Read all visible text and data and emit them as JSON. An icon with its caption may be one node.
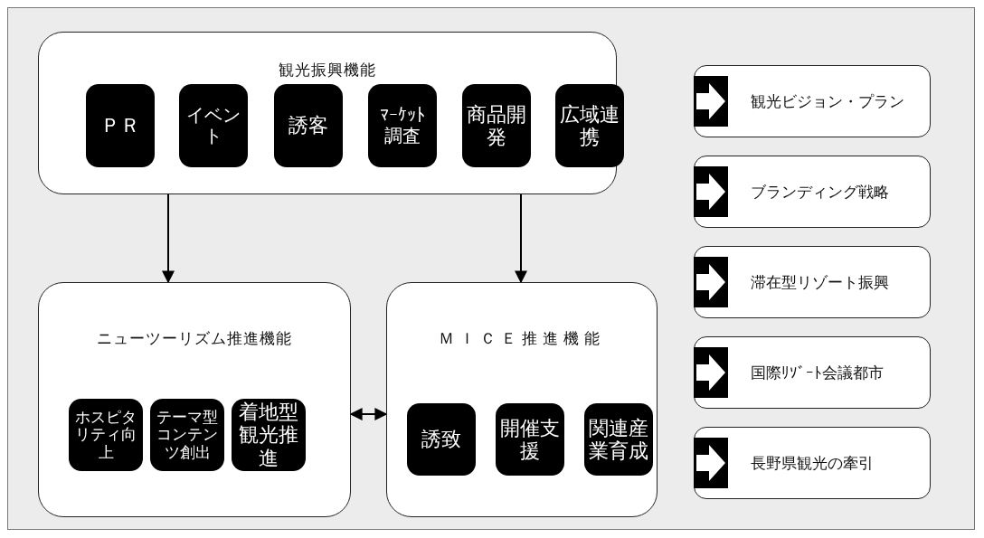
{
  "diagram": {
    "nodes": [
      {
        "text": [
          "観光振興機能"
        ]
      },
      {
        "text": [
          "ＰＲ"
        ],
        "in": 0
      },
      {
        "text": [
          "イベント"
        ],
        "in": 0
      },
      {
        "text": [
          "誘客"
        ],
        "in": 0
      },
      {
        "text": [
          "ﾏｰｹｯﾄ調査"
        ],
        "in": 0
      },
      {
        "text": [
          "商品開発"
        ],
        "in": 0
      },
      {
        "text": [
          "広域連携"
        ],
        "in": 0
      },
      {
        "text": [
          "ニューツーリズム推進機能"
        ]
      },
      {
        "text": [
          "ホスピタリティ向上"
        ],
        "in": 7
      },
      {
        "text": [
          "テーマ型コンテンツ創出"
        ],
        "in": 7
      },
      {
        "text": [
          "着地型観光推進"
        ],
        "in": 7
      },
      {
        "text": [
          "ＭＩＣＥ推進機能"
        ]
      },
      {
        "text": [
          "誘致"
        ],
        "in": 11
      },
      {
        "text": [
          "開催支援"
        ],
        "in": 11
      },
      {
        "text": [
          "関連産業育成"
        ],
        "in": 11
      },
      {
        "text": [
          "観光ビジョン・プラン"
        ]
      },
      {
        "text": [
          "ブランディング戦略"
        ]
      },
      {
        "text": [
          "滞在型リゾート振興"
        ]
      },
      {
        "text": [
          "国際ﾘｿﾞｰﾄ会議都市"
        ]
      },
      {
        "text": [
          "長野県観光の牽引"
        ]
      }
    ],
    "edges": [
      {
        "from": 0,
        "to": 7,
        "arrow": "to"
      },
      {
        "from": 0,
        "to": 11,
        "arrow": "to"
      },
      {
        "from": 7,
        "to": 11,
        "arrow": "both"
      }
    ]
  }
}
